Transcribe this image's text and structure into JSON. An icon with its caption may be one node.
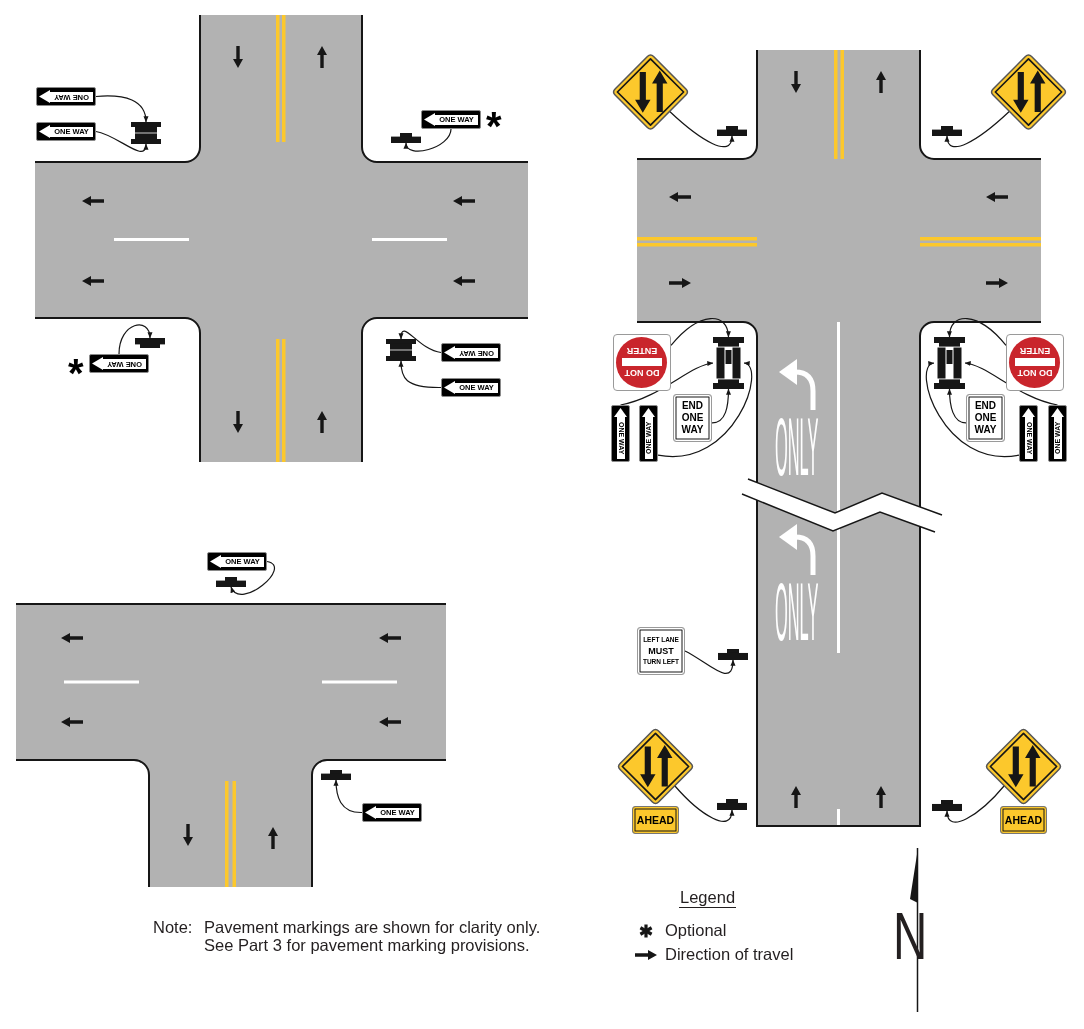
{
  "diagram": {
    "nodes": [
      {
        "text": [
          "ONE WAY"
        ]
      },
      {
        "text": [
          "ONE WAY"
        ]
      },
      {
        "text": [],
        "shape": "bar"
      },
      {
        "text": [
          "ONE WAY"
        ],
        "beside": [
          "*"
        ]
      },
      {
        "text": [],
        "shape": "bar"
      },
      {
        "text": [],
        "shape": "bar"
      },
      {
        "text": [
          "ONE WAY"
        ],
        "beside": [
          "*"
        ]
      },
      {
        "text": [],
        "shape": "bar"
      },
      {
        "text": [
          "ONE WAY"
        ]
      },
      {
        "text": [
          "ONE WAY"
        ]
      },
      {
        "text": [
          "ONE WAY"
        ]
      },
      {
        "text": [],
        "shape": "bar"
      },
      {
        "text": [],
        "shape": "bar"
      },
      {
        "text": [
          "ONE WAY"
        ]
      },
      {
        "text": [],
        "shape": "diamond"
      },
      {
        "text": [],
        "shape": "bar"
      },
      {
        "text": [],
        "shape": "bar"
      },
      {
        "text": [],
        "shape": "diamond"
      },
      {
        "text": [
          "DO NOT",
          "ENTER"
        ]
      },
      {
        "text": [],
        "shape": "bar"
      },
      {
        "text": [],
        "shape": "bar"
      },
      {
        "text": [
          "DO NOT",
          "ENTER"
        ]
      },
      {
        "text": [
          "ONE WAY"
        ]
      },
      {
        "text": [
          "ONE WAY"
        ]
      },
      {
        "text": [
          "END ONE WAY"
        ]
      },
      {
        "text": [
          "END ONE WAY"
        ]
      },
      {
        "text": [
          "ONE WAY"
        ]
      },
      {
        "text": [
          "ONE WAY"
        ]
      },
      {
        "text": [
          "LEFT LANE",
          "MUST",
          "TURN LEFT"
        ]
      },
      {
        "text": [],
        "shape": "bar"
      },
      {
        "text": [],
        "shape": "diamond"
      },
      {
        "text": [
          "AHEAD"
        ]
      },
      {
        "text": [],
        "shape": "bar"
      },
      {
        "text": [],
        "shape": "bar"
      },
      {
        "text": [],
        "shape": "diamond"
      },
      {
        "text": [
          "AHEAD"
        ]
      }
    ],
    "edges": [
      {
        "from": 0,
        "to": 2,
        "arrow": "to"
      },
      {
        "from": 1,
        "to": 2,
        "arrow": "to"
      },
      {
        "from": 3,
        "to": 4,
        "arrow": "to"
      },
      {
        "from": 6,
        "to": 5,
        "arrow": "to"
      },
      {
        "from": 8,
        "to": 7,
        "arrow": "to"
      },
      {
        "from": 9,
        "to": 7,
        "arrow": "to"
      },
      {
        "from": 10,
        "to": 11,
        "arrow": "to"
      },
      {
        "from": 13,
        "to": 12,
        "arrow": "to"
      },
      {
        "from": 14,
        "to": 15,
        "arrow": "to"
      },
      {
        "from": 17,
        "to": 16,
        "arrow": "to"
      },
      {
        "from": 18,
        "to": 19,
        "arrow": "to"
      },
      {
        "from": 22,
        "to": 19,
        "arrow": "to"
      },
      {
        "from": 23,
        "to": 19,
        "arrow": "to"
      },
      {
        "from": 24,
        "to": 19,
        "arrow": "to"
      },
      {
        "from": 21,
        "to": 20,
        "arrow": "to"
      },
      {
        "from": 26,
        "to": 20,
        "arrow": "to"
      },
      {
        "from": 27,
        "to": 20,
        "arrow": "to"
      },
      {
        "from": 25,
        "to": 20,
        "arrow": "to"
      },
      {
        "from": 28,
        "to": 29,
        "arrow": "to"
      },
      {
        "from": 30,
        "to": 32,
        "arrow": "to"
      },
      {
        "from": 34,
        "to": 33,
        "arrow": "to"
      }
    ],
    "labels": [
      "ONLY",
      "ONLY",
      "Note:",
      "Pavement markings are shown for clarity only. See Part 3 for pavement marking provisions.",
      "Legend",
      "N"
    ],
    "legend": [
      {
        "text": "Optional"
      },
      {
        "text": "Direction of travel"
      }
    ]
  }
}
